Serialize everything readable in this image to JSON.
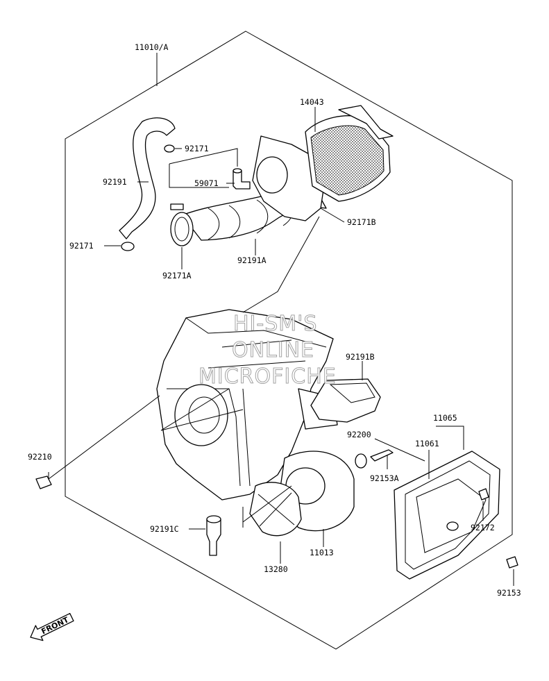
{
  "labels": {
    "assy": "11010/A",
    "p14043": "14043",
    "p92171_top": "92171",
    "p92191": "92191",
    "p59071": "59071",
    "p92171B": "92171B",
    "p92171_left": "92171",
    "p92171A": "92171A",
    "p92191A": "92191A",
    "p92191B": "92191B",
    "p92210": "92210",
    "p11065": "11065",
    "p92200": "92200",
    "p11061": "11061",
    "p92153A": "92153A",
    "p92172": "92172",
    "p92191C": "92191C",
    "p11013": "11013",
    "p13280": "13280",
    "p92153": "92153"
  },
  "watermark": [
    "HI-SM'S",
    "ONLINE",
    "MICROFICHE"
  ],
  "front_arrow": "FRONT",
  "colors": {
    "line": "#000000",
    "background": "#ffffff",
    "watermark": "#9a9a9a"
  }
}
